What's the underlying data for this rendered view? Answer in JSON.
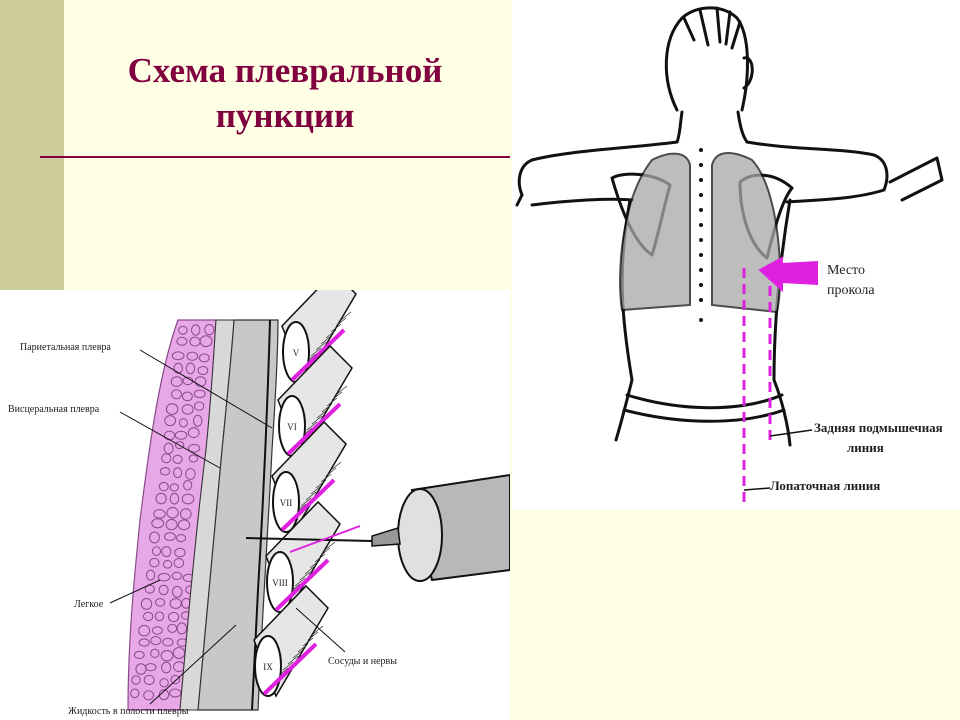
{
  "slide": {
    "title_line1": "Схема плевральной",
    "title_line2": "пункции",
    "accent_color": "#800040",
    "stripe_color": "#CCCC99",
    "background_color": "#FFFFE6",
    "marker_color": "#E020E0"
  },
  "back_view": {
    "puncture_label_1": "Место",
    "puncture_label_2": "прокола",
    "posterior_axillary_line_1": "Задняя подмышечная",
    "posterior_axillary_line_2": "линия",
    "scapular_line": "Лопаточная линия"
  },
  "cross_section": {
    "parietal_pleura": "Париетальная плевра",
    "visceral_pleura": "Висцеральная плевра",
    "lung": "Легкое",
    "pleural_fluid": "Жидкость в полости плевры",
    "vessels_nerves": "Сосуды и нервы",
    "ribs": [
      "V",
      "VI",
      "VII",
      "VIII",
      "IX"
    ]
  }
}
